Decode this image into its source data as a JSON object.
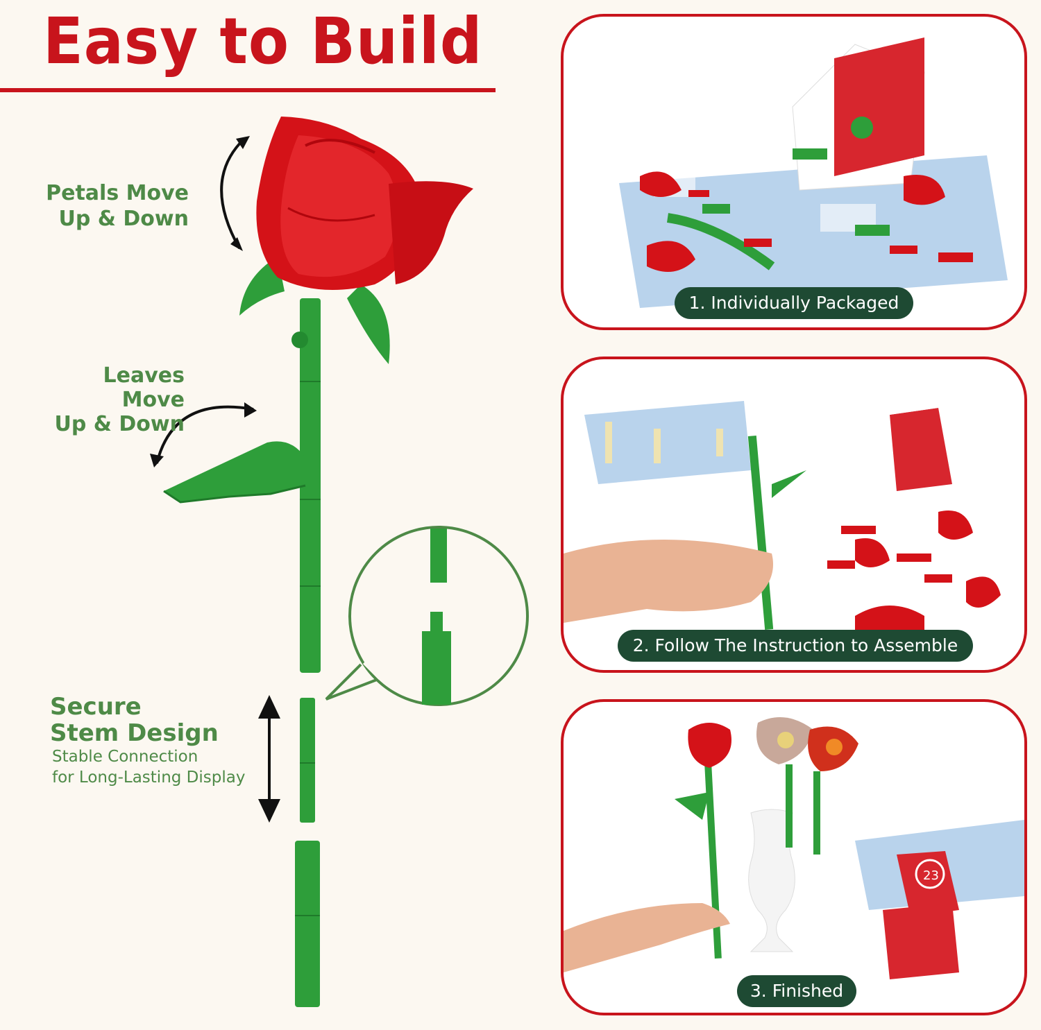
{
  "headline": "Easy to Build",
  "features": {
    "petals_line1": "Petals Move",
    "petals_line2": "Up & Down",
    "leaves_line1": "Leaves Move",
    "leaves_line2": "Up & Down",
    "stem_line1": "Secure",
    "stem_line2": "Stem Design",
    "stem_sub1": "Stable Connection",
    "stem_sub2": "for Long-Lasting Display"
  },
  "steps": [
    {
      "label": "1. Individually Packaged"
    },
    {
      "label": "2. Follow The Instruction to Assemble"
    },
    {
      "label": "3. Finished"
    }
  ],
  "colors": {
    "brand_red": "#c8141c",
    "label_green": "#4e8a47",
    "stem_green": "#2e9e3a",
    "pill_green": "#1e4a33"
  },
  "box_number": "23"
}
